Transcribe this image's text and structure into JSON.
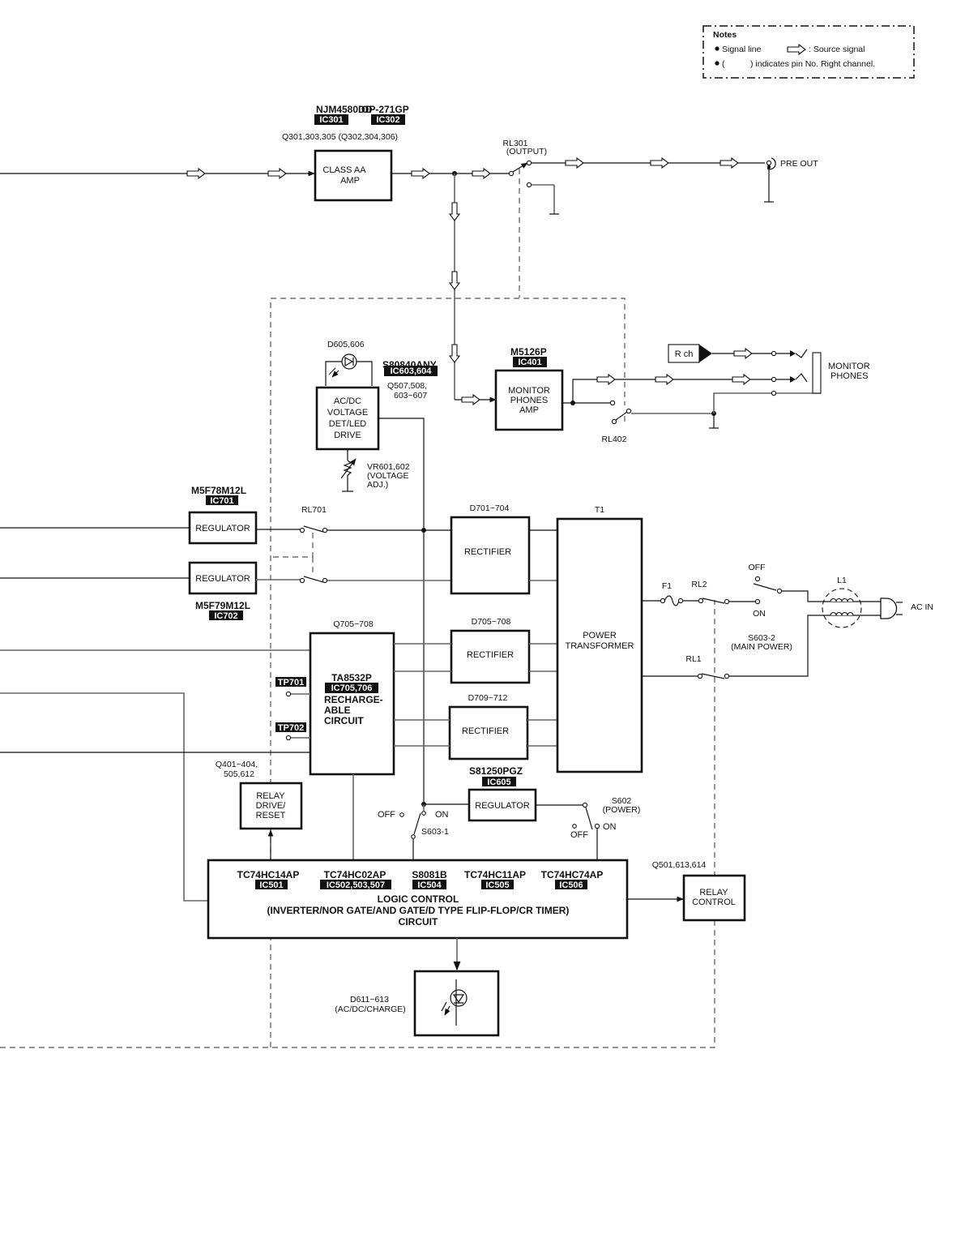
{
  "notes": {
    "title": "Notes",
    "signal_line": "Signal line",
    "source_signal": ": Source signal",
    "pin_note_open": "(",
    "pin_note": ") indicates pin No. Right channel."
  },
  "amp": {
    "part1": "NJM4580DD",
    "tag1": "IC301",
    "part2": "OP-271GP",
    "tag2": "IC302",
    "transistors": "Q301,303,305 (Q302,304,306)",
    "line1": "CLASS AA",
    "line2": "AMP"
  },
  "output_relay": {
    "name": "RL301",
    "desc": "(OUTPUT)"
  },
  "pre_out": "PRE OUT",
  "led_driver": {
    "diode": "D605,606",
    "part": "S80840ANY",
    "tag": "IC603,604",
    "transistors1": "Q507,508,",
    "transistors2": "603~607",
    "lines": [
      "AC/DC",
      "VOLTAGE",
      "DET/LED",
      "DRIVE"
    ],
    "vr1": "VR601,602",
    "vr2": "(VOLTAGE",
    "vr3": "ADJ.)"
  },
  "monitor_amp": {
    "part": "M5126P",
    "tag": "IC401",
    "lines": [
      "MONITOR",
      "PHONES",
      "AMP"
    ],
    "relay": "RL402"
  },
  "monitor_phones": {
    "rch": "R ch",
    "line1": "MONITOR",
    "line2": "PHONES"
  },
  "regulators": [
    {
      "part": "M5F78M12L",
      "tag": "IC701",
      "label": "REGULATOR"
    },
    {
      "part": "M5F79M12L",
      "tag": "IC702",
      "label": "REGULATOR"
    }
  ],
  "rl701": "RL701",
  "rectifiers": [
    {
      "diodes": "D701~704",
      "label": "RECTIFIER"
    },
    {
      "diodes": "D705~708",
      "label": "RECTIFIER"
    },
    {
      "diodes": "D709~712",
      "label": "RECTIFIER"
    }
  ],
  "transformer": {
    "ref": "T1",
    "line1": "POWER",
    "line2": "TRANSFORMER"
  },
  "ac_input": {
    "fuse": "F1",
    "rl2": "RL2",
    "rl1": "RL1",
    "off": "OFF",
    "on": "ON",
    "switch": "S603-2",
    "switch_desc": "(MAIN POWER)",
    "choke": "L1",
    "ac_in": "AC IN"
  },
  "recharge": {
    "transistors": "Q705~708",
    "part": "TA8532P",
    "tag": "IC705,706",
    "lines": [
      "RECHARGE-",
      "ABLE",
      "CIRCUIT"
    ],
    "tp1": "TP701",
    "tp2": "TP702"
  },
  "relay_drive": {
    "transistors1": "Q401~404,",
    "transistors2": "505,612",
    "lines": [
      "RELAY",
      "DRIVE/",
      "RESET"
    ]
  },
  "sub_regulator": {
    "part": "S81250PGZ",
    "tag": "IC605",
    "label": "REGULATOR"
  },
  "s603_1": {
    "off": "OFF",
    "on": "ON",
    "name": "S603-1"
  },
  "s602": {
    "name": "S602",
    "desc": "(POWER)",
    "off": "OFF",
    "on": "ON"
  },
  "logic": {
    "ics": [
      {
        "part": "TC74HC14AP",
        "tag": "IC501"
      },
      {
        "part": "TC74HC02AP",
        "tag": "IC502,503,507"
      },
      {
        "part": "S8081B",
        "tag": "IC504"
      },
      {
        "part": "TC74HC11AP",
        "tag": "IC505"
      },
      {
        "part": "TC74HC74AP",
        "tag": "IC506"
      }
    ],
    "line1": "LOGIC CONTROL",
    "line2": "(INVERTER/NOR GATE/AND GATE/D TYPE FLIP-FLOP/CR TIMER)",
    "line3": "CIRCUIT"
  },
  "relay_control": {
    "transistors": "Q501,613,614",
    "line1": "RELAY",
    "line2": "CONTROL"
  },
  "indicator": {
    "diodes": "D611~613",
    "desc": "(AC/DC/CHARGE)"
  }
}
